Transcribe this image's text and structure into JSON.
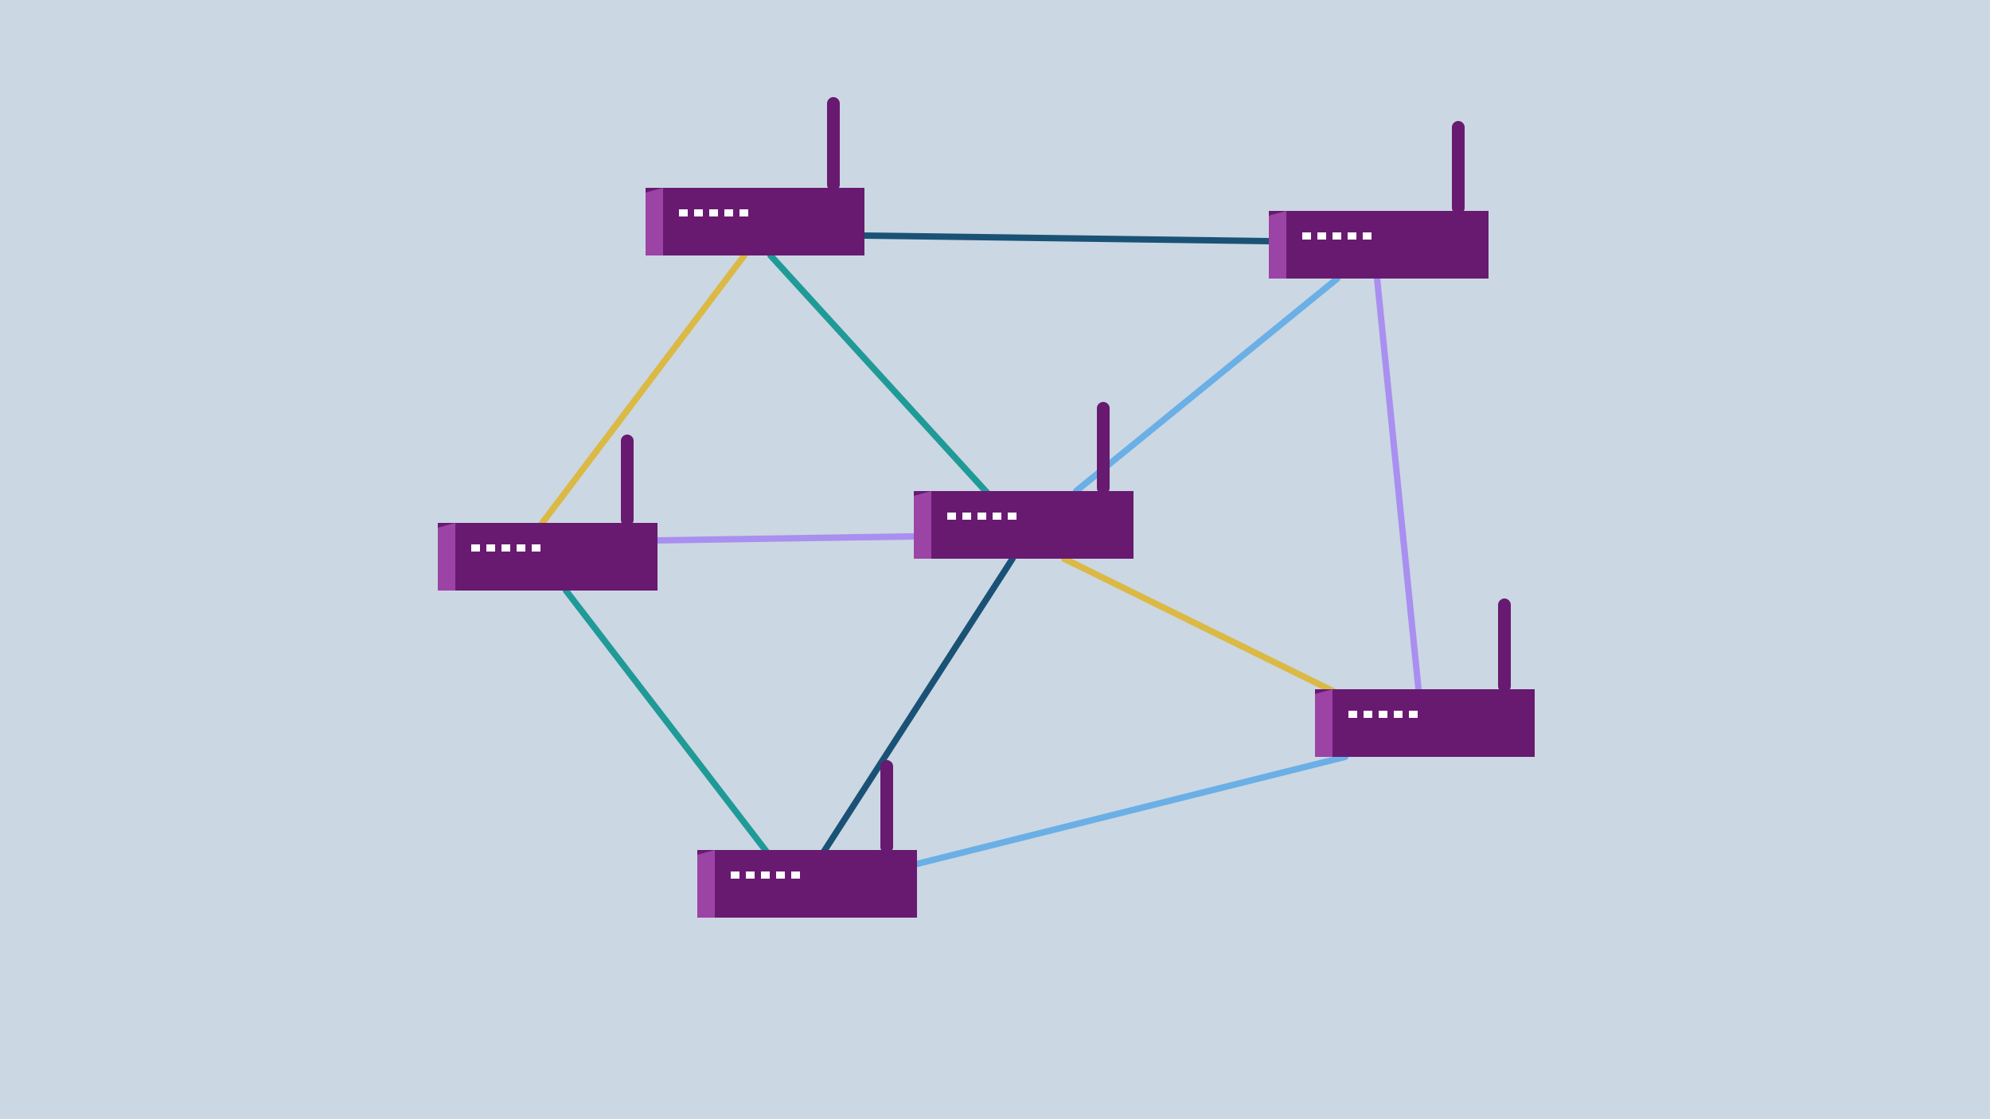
{
  "diagram": {
    "type": "network-mesh",
    "background_color": "#cbd7e2",
    "router_color": "#681a71",
    "router_side_color": "#9c43a6",
    "indicator_color": "#ffffff",
    "indicator_count": 5,
    "nodes": [
      {
        "id": "router-top-left",
        "icon": "router-icon"
      },
      {
        "id": "router-top-right",
        "icon": "router-icon"
      },
      {
        "id": "router-middle-left",
        "icon": "router-icon"
      },
      {
        "id": "router-center",
        "icon": "router-icon"
      },
      {
        "id": "router-right",
        "icon": "router-icon"
      },
      {
        "id": "router-bottom",
        "icon": "router-icon"
      }
    ],
    "links": [
      {
        "from": "router-top-left",
        "to": "router-top-right",
        "color": "#1a5276"
      },
      {
        "from": "router-top-left",
        "to": "router-middle-left",
        "color": "#dbb945"
      },
      {
        "from": "router-top-left",
        "to": "router-center",
        "color": "#1f9a97"
      },
      {
        "from": "router-top-right",
        "to": "router-center",
        "color": "#6aafe6"
      },
      {
        "from": "router-top-right",
        "to": "router-right",
        "color": "#a98ff0"
      },
      {
        "from": "router-middle-left",
        "to": "router-center",
        "color": "#a98ff0"
      },
      {
        "from": "router-middle-left",
        "to": "router-bottom",
        "color": "#1f9a97"
      },
      {
        "from": "router-center",
        "to": "router-right",
        "color": "#dbb945"
      },
      {
        "from": "router-center",
        "to": "router-bottom",
        "color": "#1a5276"
      },
      {
        "from": "router-bottom",
        "to": "router-right",
        "color": "#6aafe6"
      }
    ]
  }
}
